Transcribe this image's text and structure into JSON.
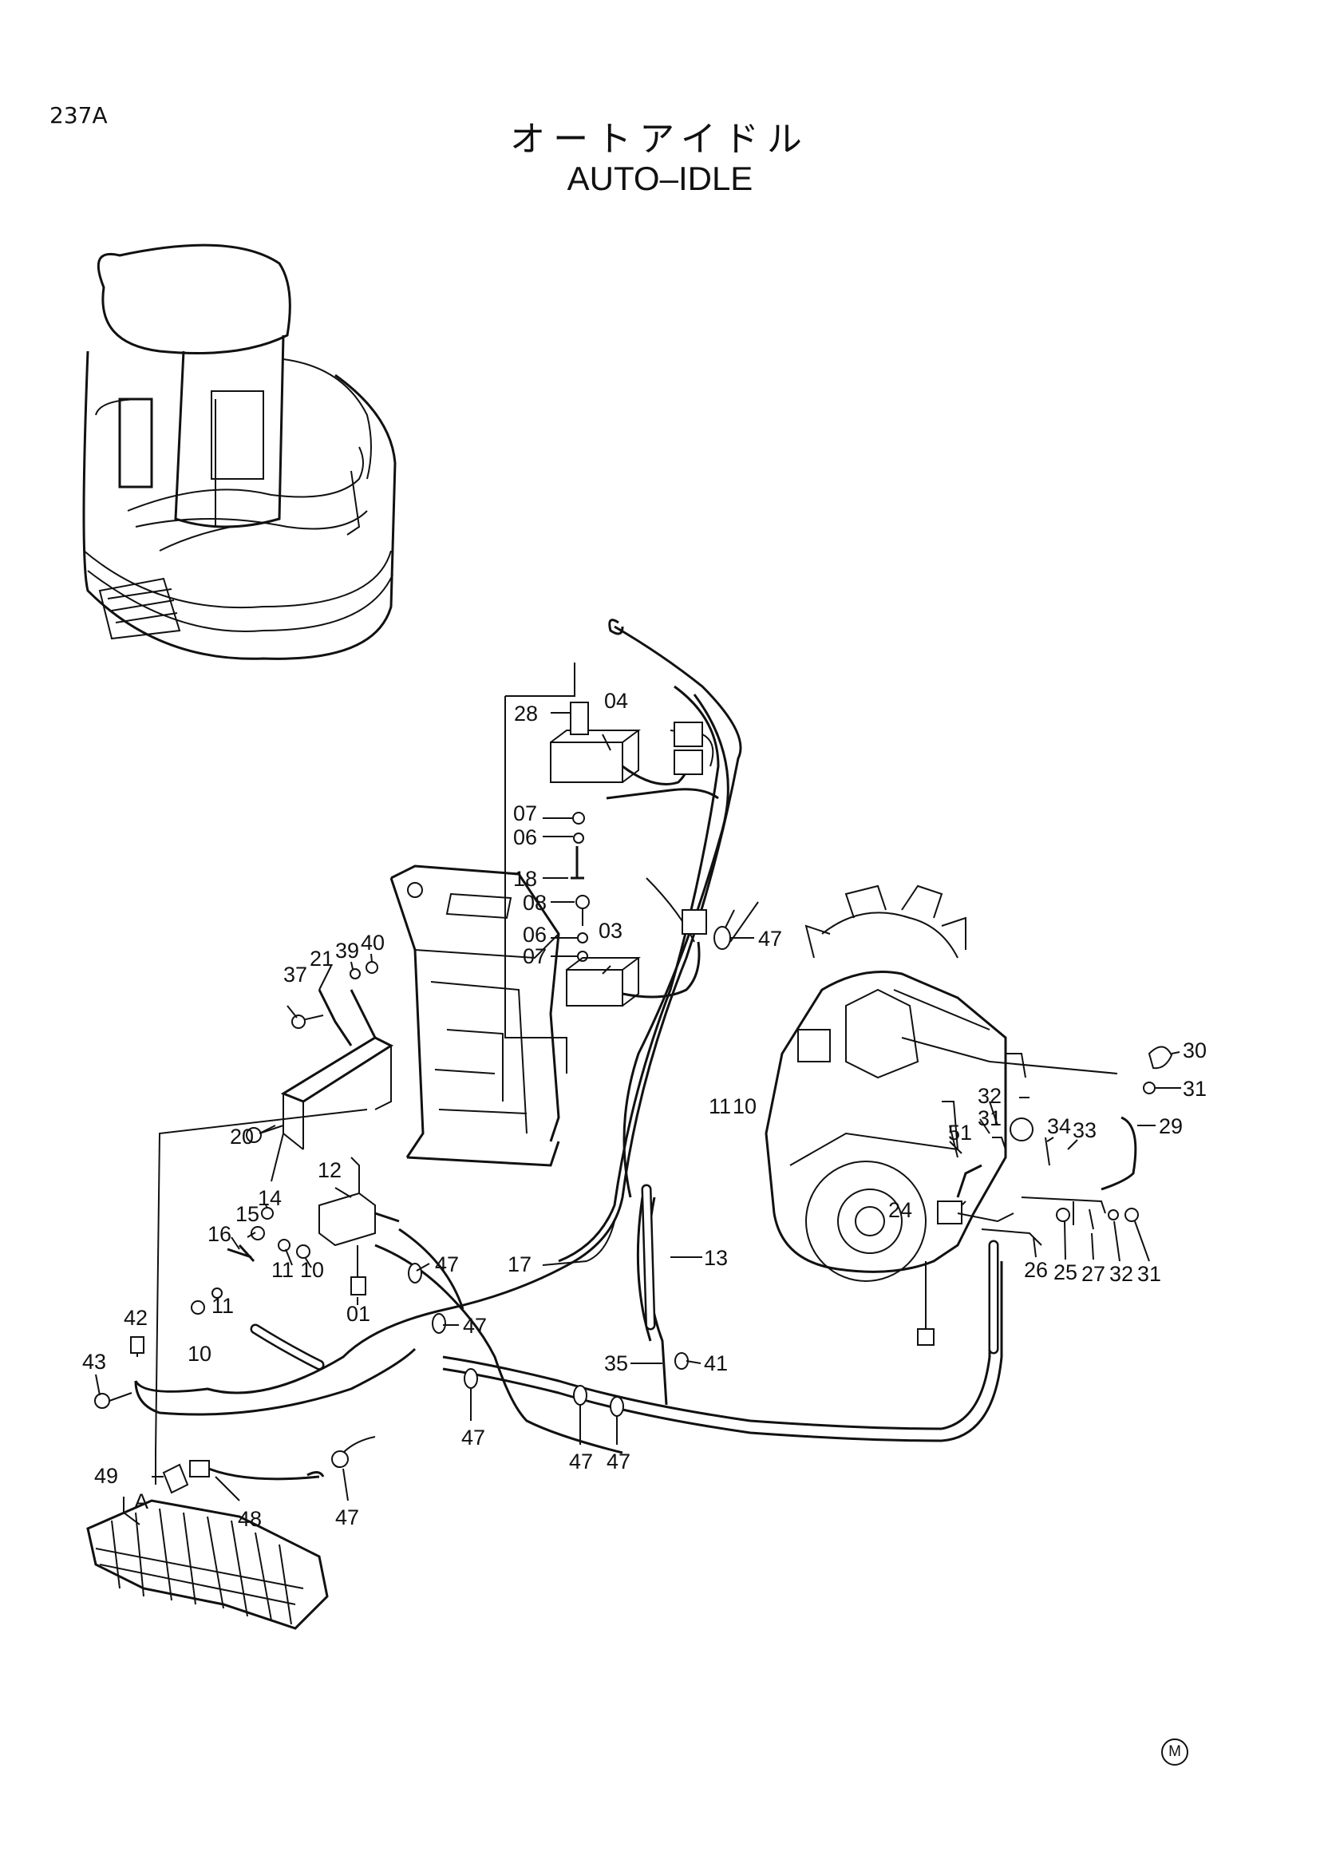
{
  "header": {
    "page_code": "237A",
    "title_jp": "オートアイドル",
    "title_en": "AUTO–IDLE"
  },
  "footer": {
    "mark": "M"
  },
  "view_labels": {
    "a": "A"
  },
  "part_callouts": [
    "04",
    "28",
    "07",
    "06",
    "18",
    "08",
    "06",
    "03",
    "07",
    "47",
    "40",
    "39",
    "21",
    "37",
    "20",
    "12",
    "15",
    "14",
    "16",
    "11",
    "10",
    "11",
    "10",
    "47",
    "01",
    "17",
    "47",
    "13",
    "11",
    "10",
    "42",
    "43",
    "35",
    "41",
    "47",
    "47",
    "47",
    "49",
    "48",
    "47",
    "30",
    "31",
    "32",
    "29",
    "34",
    "33",
    "31",
    "51",
    "24",
    "26",
    "25",
    "27",
    "32",
    "31"
  ]
}
